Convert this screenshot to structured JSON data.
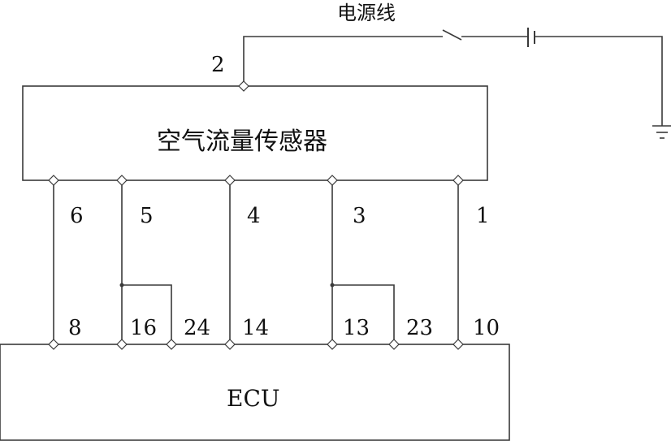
{
  "power_line_label": "电源线",
  "sensor_label": "空气流量传感器",
  "ecu_label": "ECU",
  "sensor_pins": {
    "top": "2",
    "p6": "6",
    "p5": "5",
    "p4": "4",
    "p3": "3",
    "p1": "1"
  },
  "ecu_pins": {
    "p8": "8",
    "p16": "16",
    "p24": "24",
    "p14": "14",
    "p13": "13",
    "p23": "23",
    "p10": "10"
  }
}
